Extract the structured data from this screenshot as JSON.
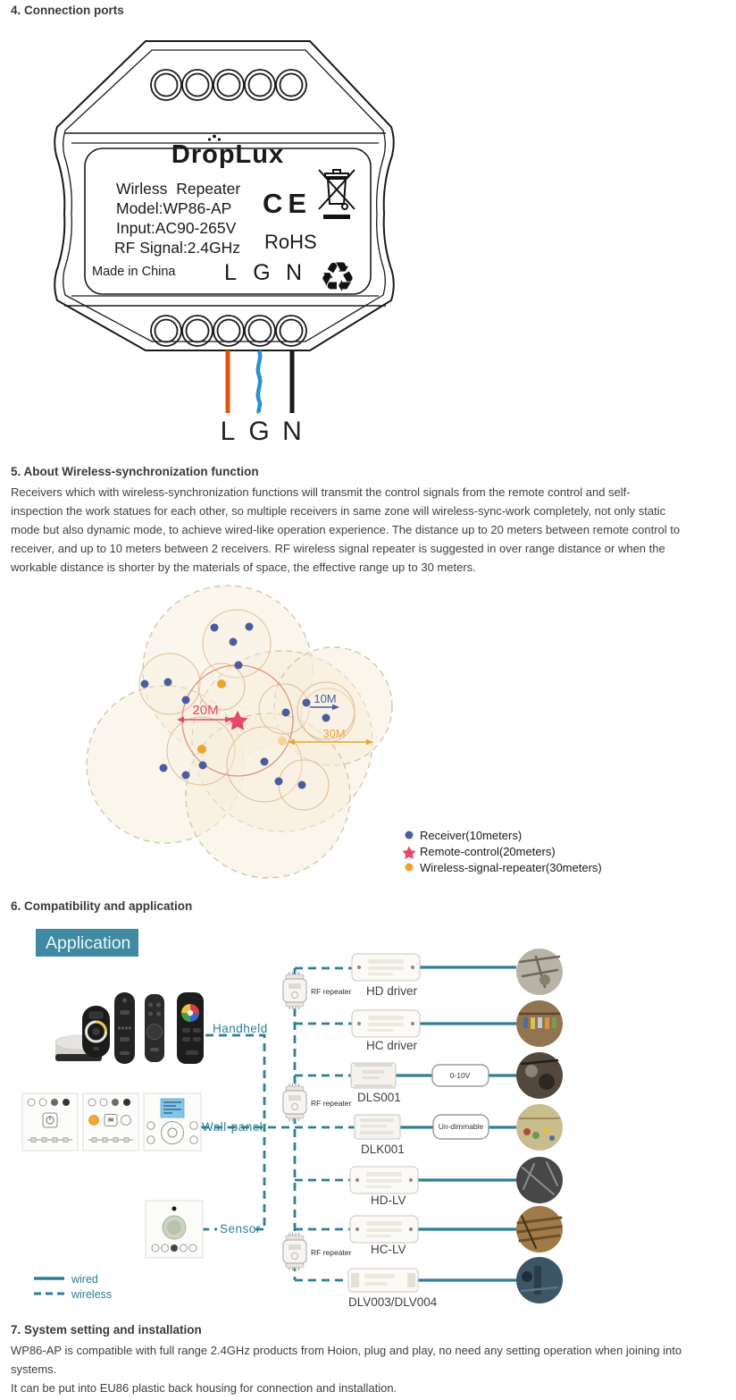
{
  "colors": {
    "teal_line": "#2e7f96",
    "banner_bg": "#3e8aa2",
    "banner_text": "#eef5f7",
    "wire_live": "#e8500f",
    "wire_ground": "#2b8fd4",
    "wire_neutral": "#1a1a1a",
    "receiver_dot": "#4a5c9e",
    "remote_star": "#e8476b",
    "repeater_dot": "#eda42f",
    "range_fill": "#f7eed9",
    "text": "#3f3f3f"
  },
  "section4": {
    "heading": "4. Connection ports",
    "device": {
      "brand": "DropLux",
      "product": "Wirless Repeater",
      "model": "Model:WP86-AP",
      "input": "Input:AC90-265V",
      "rf": "RF Signal:2.4GHz",
      "origin": "Made in China",
      "ce": "CE",
      "rohs": "RoHS",
      "recycle_icon": "♻",
      "terminals": [
        "L",
        "G",
        "N"
      ]
    }
  },
  "section5": {
    "heading": "5. About Wireless-synchronization function",
    "body": "Receivers which with wireless-synchronization functions will transmit the control signals from the remote control and self-\ninspection the work statues for each other, so multiple receivers in same zone will wireless-sync-work completely, not only static\nmode but also dynamic mode, to achieve wired-like operation experience. The distance up to 20 meters between remote control to\nreceiver, and up to 10 meters between 2 receivers. RF wireless signal repeater is suggested in over range distance or when the\nworkable distance is shorter by the materials of space, the effective range up to 30 meters.",
    "diagram": {
      "range_20m": "20M",
      "range_10m": "10M",
      "range_30m": "30M",
      "legend": [
        {
          "label": "Receiver(10meters)"
        },
        {
          "label": "Remote-control(20meters)"
        },
        {
          "label": "Wireless-signal-repeater(30meters)"
        }
      ]
    }
  },
  "section6": {
    "heading": "6. Compatibility and application",
    "banner": "Application",
    "sources": {
      "handheld": "Handheld",
      "wall_panel": "Wall-panel",
      "sensor": "Sensor"
    },
    "repeater_label": "RF repeater",
    "rows": [
      {
        "label": "HD driver"
      },
      {
        "label": "HC driver"
      },
      {
        "label": "DLS001",
        "box": "0-10V"
      },
      {
        "label": "DLK001",
        "box": "Un-dimmable"
      },
      {
        "label": "HD-LV"
      },
      {
        "label": "HC-LV"
      },
      {
        "label": "DLV003/DLV004"
      }
    ],
    "legend": {
      "wired": "wired",
      "wireless": "wireless"
    }
  },
  "section7": {
    "heading": "7. System setting and installation",
    "body": "WP86-AP is compatible with full range 2.4GHz products from Hoion, plug and play, no need any setting operation when joining into\nsystems.\nIt can be put into EU86 plastic back housing for connection and installation."
  }
}
